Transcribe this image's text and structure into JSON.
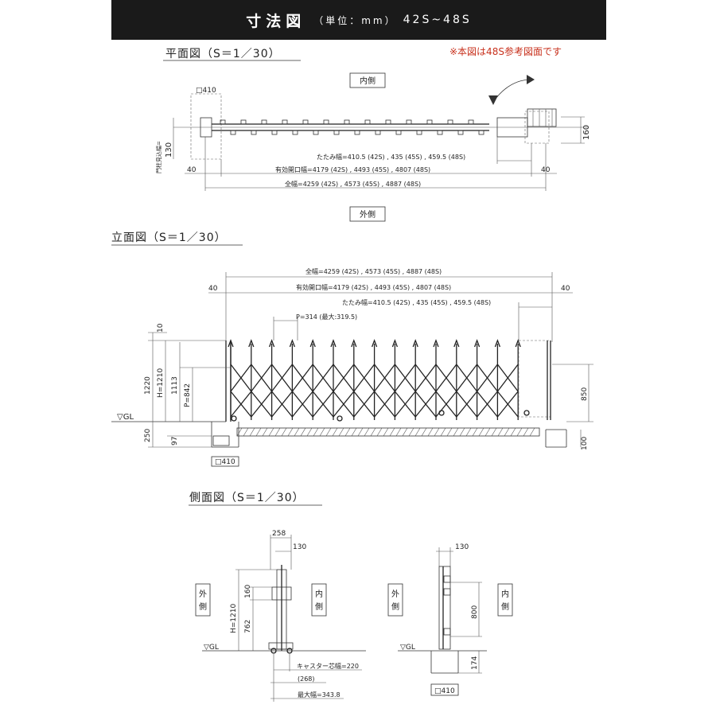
{
  "header": {
    "title": "寸法図",
    "unit": "（単位：mm）",
    "range": "42S~48S"
  },
  "note": "※本図は48S参考図面です",
  "plan": {
    "title": "平面図（S＝1／30）",
    "inside": "内側",
    "outside": "外側",
    "post": "□410",
    "post_dim": "130",
    "post_label": "門柱見込幅=",
    "dim_folded": "たたみ幅=410.5 (42S) , 435 (45S) , 459.5 (48S)",
    "dim_open": "有効開口幅=4179 (42S) , 4493 (45S) , 4807 (48S)",
    "dim_total": "全幅=4259 (42S) , 4573 (45S) , 4887 (48S)",
    "left_40": "40",
    "right_40": "40",
    "right_160": "160"
  },
  "elev": {
    "title": "立面図（S＝1／30）",
    "dim_total": "全幅=4259 (42S) , 4573 (45S) , 4887 (48S)",
    "dim_open": "有効開口幅=4179 (42S) , 4493 (45S) , 4807 (48S)",
    "dim_folded": "たたみ幅=410.5 (42S) , 435 (45S) , 459.5 (48S)",
    "pitch": "P=314 (最大:319.5)",
    "left_40": "40",
    "right_40": "40",
    "d10": "10",
    "d1220": "1220",
    "dH": "H=1210",
    "d1113": "1113",
    "dP": "P=842",
    "d250": "250",
    "d97": "97",
    "d850": "850",
    "d100": "100",
    "gl": "▽GL",
    "post": "□410"
  },
  "side": {
    "title": "側面図（S＝1／30）",
    "d258": "258",
    "d130a": "130",
    "dH": "H=1210",
    "d160": "160",
    "d762": "762",
    "gl": "▽GL",
    "caster": "キャスター芯幅=220",
    "d268": "(268)",
    "dmax": "最大幅=343.8",
    "outside": "外側",
    "inside": "内側",
    "d130b": "130",
    "d800": "800",
    "d174": "174",
    "post": "□410",
    "outside2": "外側",
    "inside2": "内側"
  }
}
